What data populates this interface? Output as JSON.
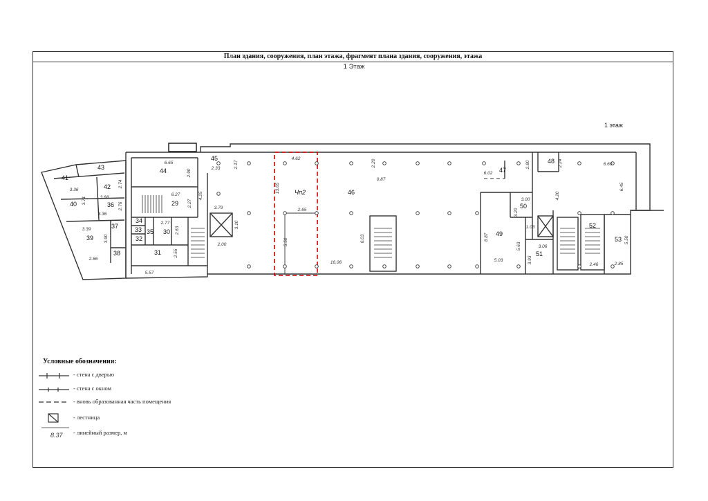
{
  "header": {
    "title": "План здания, сооружения, план этажа, фрагмент плана здания, сооружения, этажа",
    "floor_label": "1 Этаж"
  },
  "plan": {
    "floor_note": "1 этаж",
    "rooms": {
      "r29": "29",
      "r30": "30",
      "r31": "31",
      "r32": "32",
      "r33": "33",
      "r34": "34",
      "r35": "35",
      "r36": "36",
      "r37": "37",
      "r38": "38",
      "r39": "39",
      "r40": "40",
      "r41": "41",
      "r42": "42",
      "r43": "43",
      "r44": "44",
      "r45": "45",
      "r46": "46",
      "r47": "47",
      "r48": "48",
      "r49": "49",
      "r50": "50",
      "r51": "51",
      "r52": "52",
      "r53": "53",
      "rch2": "Чп2"
    },
    "dims": {
      "d_665": "6.65",
      "d_290": "2.90",
      "d_627": "6.27",
      "d_336a": "3.36",
      "d_274": "2.74",
      "d_371": "3.71",
      "d_368": "3.68",
      "d_336b": "3.36",
      "d_276": "2.76",
      "d_425": "4.25",
      "d_227": "2.27",
      "d_339": "3.39",
      "d_277": "2.77",
      "d_263": "2.63",
      "d_390": "3.90",
      "d_286": "2.86",
      "d_255": "2.55",
      "d_557": "5.57",
      "d_233": "2.33",
      "d_217": "2.17",
      "d_379": "3.79",
      "d_310": "3.10",
      "d_200": "2.00",
      "d_462": "4.62",
      "d_1365": "13.65",
      "d_265": "2.65",
      "d_550": "5.50",
      "d_1606": "16.06",
      "d_603": "6.03",
      "d_220": "2.20",
      "d_087": "0.87",
      "d_602": "6.02",
      "d_280": "2.80",
      "d_224": "2.24",
      "d_660": "6.60",
      "d_645": "6.45",
      "d_420": "4.20",
      "d_300": "3.00",
      "d_320": "3.20",
      "d_103": "1.03",
      "d_887": "8.87",
      "d_563": "5.63",
      "d_503": "5.03",
      "d_306": "3.06",
      "d_393": "3.93",
      "d_246": "2.46",
      "d_285": "2.85",
      "d_550b": "5.50"
    }
  },
  "legend": {
    "heading": "Условные обозначения:",
    "items": [
      "- стена с дверью",
      "- стена с окном",
      "- вновь образованная часть помещения",
      "- лестница",
      "- линейный размер, м"
    ],
    "scale_example": "8.37"
  }
}
